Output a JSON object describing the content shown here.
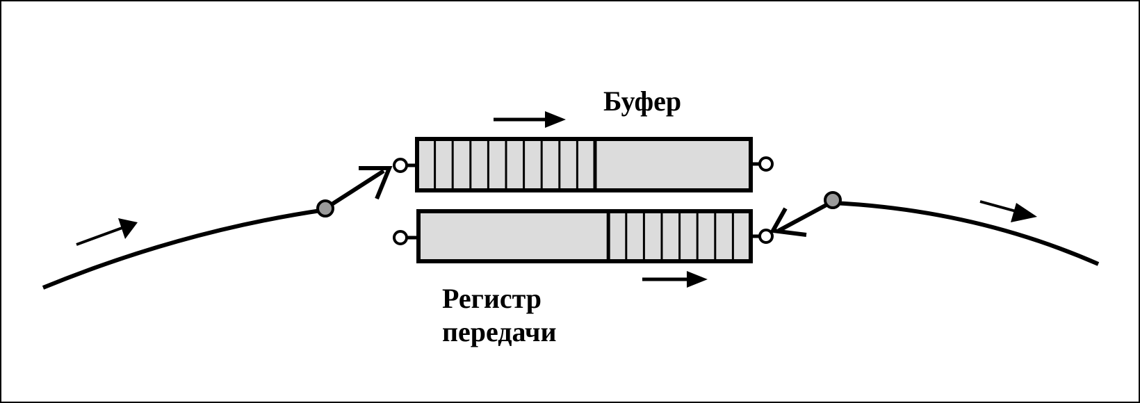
{
  "labels": {
    "buffer": "Буфер",
    "register_line1": "Регистр",
    "register_line2": "передачи"
  },
  "colors": {
    "stroke": "#000000",
    "fill": "#dcdcdc",
    "node_fill": "#9a9a9a",
    "background": "#ffffff"
  },
  "buffer": {
    "total_cells": 18,
    "filled_cells": 10,
    "filled_side": "left"
  },
  "register": {
    "total_cells": 18,
    "filled_cells": 8,
    "filled_side": "right"
  }
}
